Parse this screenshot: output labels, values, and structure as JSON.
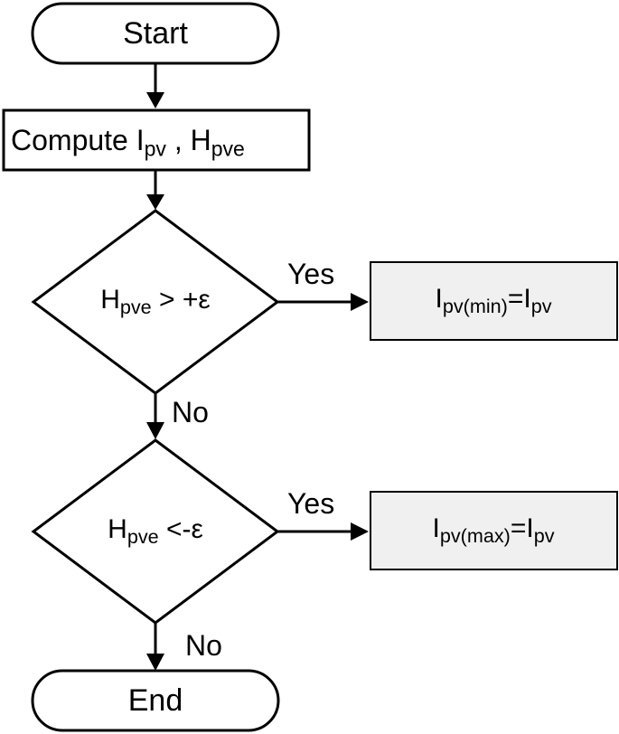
{
  "nodes": {
    "start": {
      "label": "Start"
    },
    "compute": {
      "label_main": "Compute I",
      "label_sub1": "pv",
      "label_mid": " , H",
      "label_sub2": "pve"
    },
    "decision1": {
      "main": "H",
      "sub": "pve",
      "rest": " > +ε"
    },
    "decision2": {
      "main": "H",
      "sub": "pve",
      "rest": " <-ε"
    },
    "result1": {
      "main": "I",
      "sub1": "pv(min)",
      "mid": "=I",
      "sub2": "pv"
    },
    "result2": {
      "main": "I",
      "sub1": "pv(max)",
      "mid": "=I",
      "sub2": "pv"
    },
    "end": {
      "label": "End"
    }
  },
  "edges": {
    "d1_yes": "Yes",
    "d1_no": "No",
    "d2_yes": "Yes",
    "d2_no": "No"
  },
  "colors": {
    "stroke": "#000000",
    "terminal_fill": "#ffffff",
    "result_fill": "#f0f0f0"
  }
}
